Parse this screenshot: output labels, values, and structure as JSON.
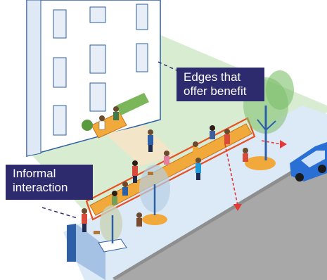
{
  "callouts": {
    "edges": {
      "line1": "Edges that",
      "line2": "offer benefit"
    },
    "informal": {
      "line1": "Informal",
      "line2": "interaction"
    }
  },
  "icons": [
    "building",
    "bench",
    "tree",
    "person",
    "car",
    "dashed-arrow"
  ],
  "colors": {
    "label_bg": "#2d2a6e",
    "label_text": "#ffffff",
    "highlight_orange": "#e8501f",
    "bench_yellow": "#f2a93b",
    "sidewalk": "#dde9f6",
    "lawn": "#d6ebd0",
    "road": "#a9a9a9",
    "building_blue": "#2c5fa6",
    "car_blue": "#2a6fd4",
    "arrow_red": "#e53935"
  }
}
